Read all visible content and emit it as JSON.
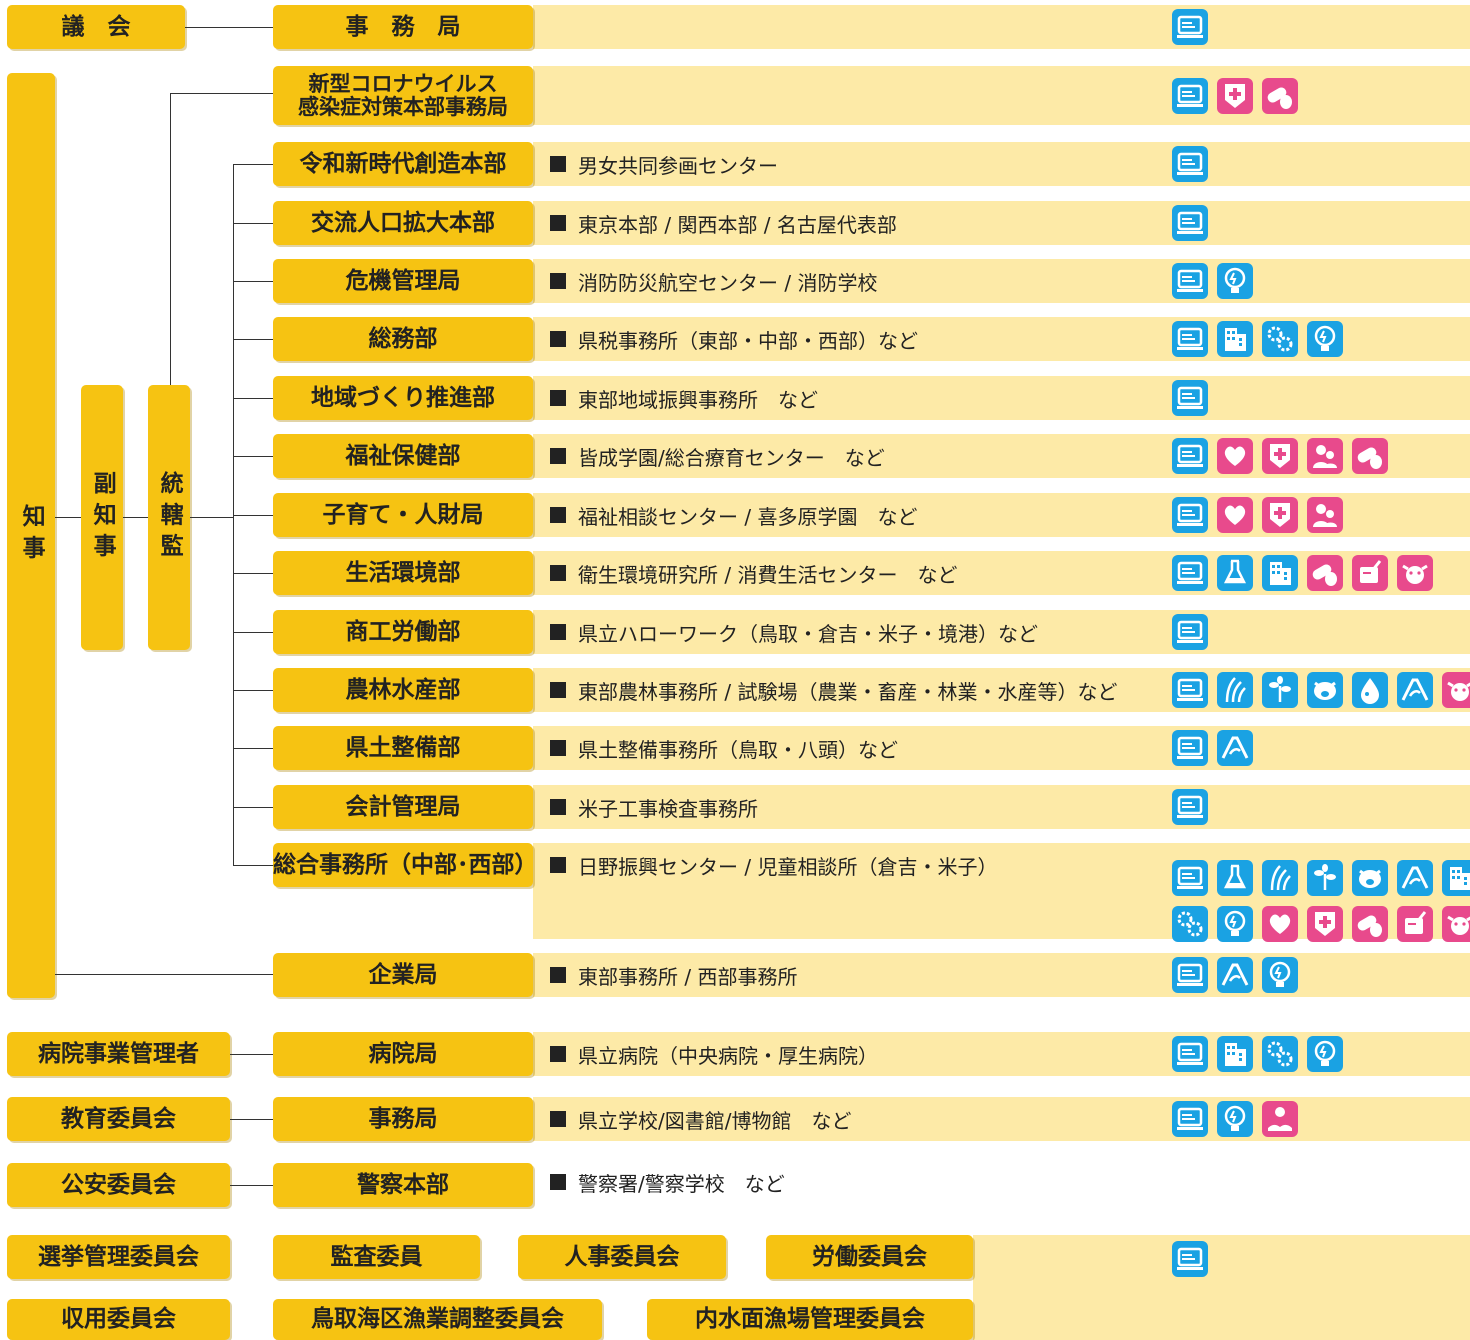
{
  "assembly": {
    "label": "議　会",
    "secretariat": "事　務　局"
  },
  "governor": {
    "label": "知事"
  },
  "vice_governor": {
    "label": "副知事"
  },
  "superintendent": {
    "label": "統轄監"
  },
  "departments": [
    {
      "name": "新型コロナウイルス\n感染症対策本部事務局",
      "desc": "",
      "icons": [
        "pc-icon",
        "medical-cross-icon",
        "medicine-icon"
      ]
    },
    {
      "name": "令和新時代創造本部",
      "desc": "男女共同参画センター",
      "icons": [
        "pc-icon"
      ]
    },
    {
      "name": "交流人口拡大本部",
      "desc": "東京本部 / 関西本部 / 名古屋代表部",
      "icons": [
        "pc-icon"
      ]
    },
    {
      "name": "危機管理局",
      "desc": "消防防災航空センター / 消防学校",
      "icons": [
        "pc-icon",
        "lightbulb-icon"
      ]
    },
    {
      "name": "総務部",
      "desc": "県税事務所（東部・中部・西部）など",
      "icons": [
        "pc-icon",
        "building-icon",
        "gears-icon",
        "lightbulb-icon"
      ]
    },
    {
      "name": "地域づくり推進部",
      "desc": "東部地域振興事務所　など",
      "icons": [
        "pc-icon"
      ]
    },
    {
      "name": "福祉保健部",
      "desc": "皆成学園/総合療育センター　など",
      "icons": [
        "pc-icon",
        "heart-hands-icon",
        "medical-cross-icon",
        "parent-child-icon",
        "medicine-icon"
      ]
    },
    {
      "name": "子育て・人財局",
      "desc": "福祉相談センター / 喜多原学園　など",
      "icons": [
        "pc-icon",
        "heart-hands-icon",
        "medical-cross-icon",
        "parent-child-icon"
      ]
    },
    {
      "name": "生活環境部",
      "desc": "衛生環境研究所 / 消費生活センター　など",
      "icons": [
        "pc-icon",
        "flask-icon",
        "building-icon",
        "medicine-icon",
        "food-icon",
        "cow-icon"
      ]
    },
    {
      "name": "商工労働部",
      "desc": "県立ハローワーク（鳥取・倉吉・米子・境港）など",
      "icons": [
        "pc-icon"
      ]
    },
    {
      "name": "農林水産部",
      "desc": "東部農林事務所 / 試験場（農業・畜産・林業・水産等）など",
      "icons": [
        "pc-icon",
        "grain-icon",
        "plant-icon",
        "pig-icon",
        "fish-icon",
        "road-icon",
        "cow-icon"
      ]
    },
    {
      "name": "県土整備部",
      "desc": "県土整備事務所（鳥取・八頭）など",
      "icons": [
        "pc-icon",
        "road-icon"
      ]
    },
    {
      "name": "会計管理局",
      "desc": "米子工事検査事務所",
      "icons": [
        "pc-icon"
      ]
    },
    {
      "name": "総合事務所（中部･西部）",
      "desc": "日野振興センター / 児童相談所（倉吉・米子）",
      "icons": [
        "pc-icon",
        "flask-icon",
        "grain-icon",
        "plant-icon",
        "pig-icon",
        "road-icon",
        "building-icon",
        "gears-icon",
        "lightbulb-icon",
        "heart-hands-icon",
        "medical-cross-icon",
        "medicine-icon",
        "food-icon",
        "cow-icon"
      ]
    }
  ],
  "enterprise": {
    "name": "企業局",
    "desc": "東部事務所 / 西部事務所",
    "icons": [
      "pc-icon",
      "road-icon",
      "lightbulb-icon"
    ]
  },
  "committees": [
    {
      "head": "病院事業管理者",
      "office": "病院局",
      "desc": "県立病院（中央病院・厚生病院）",
      "icons": [
        "pc-icon",
        "building-icon",
        "gears-icon",
        "lightbulb-icon"
      ]
    },
    {
      "head": "教育委員会",
      "office": "事務局",
      "desc": "県立学校/図書館/博物館　など",
      "icons": [
        "pc-icon",
        "lightbulb-icon",
        "reading-icon"
      ]
    },
    {
      "head": "公安委員会",
      "office": "警察本部",
      "desc": "警察署/警察学校　など",
      "icons": []
    }
  ],
  "other_commissions": {
    "row1": [
      "選挙管理委員会",
      "監査委員",
      "人事委員会",
      "労働委員会"
    ],
    "row2": [
      "収用委員会",
      "鳥取海区漁業調整委員会",
      "内水面漁場管理委員会"
    ],
    "icons": [
      "pc-icon"
    ]
  },
  "colors": {
    "box": "#f6c312",
    "band": "#fdeaa7",
    "icon_blue": "#1aa2e3",
    "icon_pink": "#e84a8c",
    "line": "#333333"
  }
}
